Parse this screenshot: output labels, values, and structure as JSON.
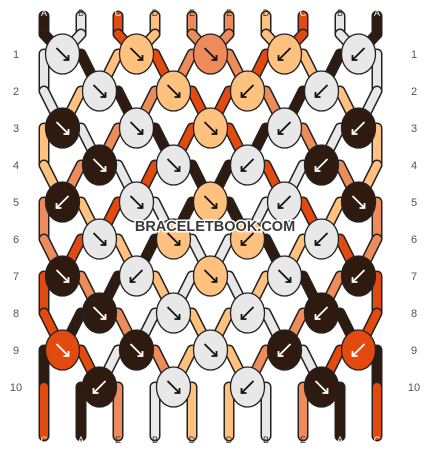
{
  "colors": {
    "A": "#2e1a0e",
    "B": "#e8e8e8",
    "C": "#e24a0f",
    "D": "#ffc27e",
    "E": "#ee8b5a"
  },
  "top_strands": [
    "A",
    "B",
    "C",
    "D",
    "E",
    "E",
    "D",
    "C",
    "B",
    "A"
  ],
  "bottom_strands": [
    "C",
    "A",
    "E",
    "B",
    "D",
    "D",
    "B",
    "E",
    "A",
    "C"
  ],
  "row_labels": [
    "1",
    "2",
    "3",
    "4",
    "5",
    "6",
    "7",
    "8",
    "9",
    "10"
  ],
  "watermark": "BRACELETBOOK.COM",
  "knot_rows": [
    [
      [
        "B",
        "se"
      ],
      [
        "D",
        "se"
      ],
      [
        "E",
        "se"
      ],
      [
        "D",
        "sw"
      ],
      [
        "B",
        "sw"
      ]
    ],
    [
      [
        "B",
        "se"
      ],
      [
        "D",
        "se"
      ],
      [
        "D",
        "sw"
      ],
      [
        "B",
        "sw"
      ]
    ],
    [
      [
        "A",
        "se"
      ],
      [
        "B",
        "se"
      ],
      [
        "D",
        "se"
      ],
      [
        "B",
        "sw"
      ],
      [
        "A",
        "sw"
      ]
    ],
    [
      [
        "A",
        "se"
      ],
      [
        "B",
        "se"
      ],
      [
        "B",
        "sw"
      ],
      [
        "A",
        "sw"
      ]
    ],
    [
      [
        "A",
        "sw"
      ],
      [
        "B",
        "se"
      ],
      [
        "D",
        "se"
      ],
      [
        "B",
        "sw"
      ],
      [
        "A",
        "se"
      ]
    ],
    [
      [
        "B",
        "se"
      ],
      [
        "D",
        "se"
      ],
      [
        "D",
        "sw"
      ],
      [
        "B",
        "sw"
      ]
    ],
    [
      [
        "A",
        "se"
      ],
      [
        "B",
        "sw"
      ],
      [
        "D",
        "se"
      ],
      [
        "B",
        "se"
      ],
      [
        "A",
        "sw"
      ]
    ],
    [
      [
        "A",
        "se"
      ],
      [
        "B",
        "se"
      ],
      [
        "B",
        "sw"
      ],
      [
        "A",
        "sw"
      ]
    ],
    [
      [
        "C",
        "se"
      ],
      [
        "A",
        "se"
      ],
      [
        "B",
        "se"
      ],
      [
        "A",
        "sw"
      ],
      [
        "C",
        "sw"
      ]
    ],
    [
      [
        "A",
        "sw"
      ],
      [
        "B",
        "se"
      ],
      [
        "B",
        "sw"
      ],
      [
        "A",
        "se"
      ]
    ]
  ]
}
